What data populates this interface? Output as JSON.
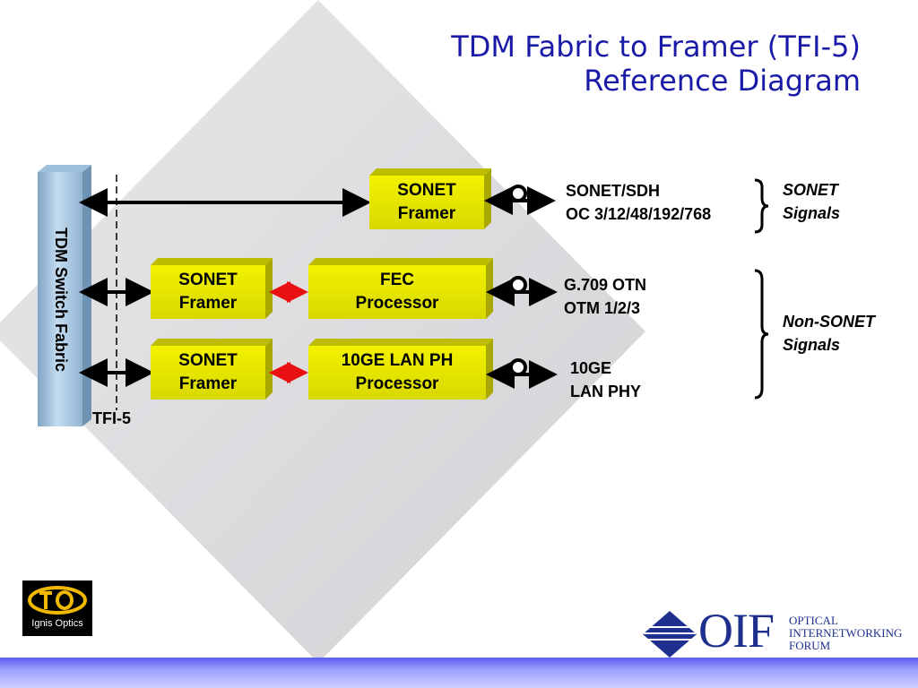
{
  "title": {
    "line1": "TDM Fabric to Framer (TFI-5)",
    "line2": "Reference Diagram"
  },
  "fabric": {
    "label": "TDM Switch Fabric"
  },
  "interface_label": "TFI-5",
  "rows": [
    {
      "blocks": [
        {
          "line1": "SONET",
          "line2": "Framer"
        }
      ],
      "signal": {
        "line1": "SONET/SDH",
        "line2": "OC 3/12/48/192/768"
      }
    },
    {
      "blocks": [
        {
          "line1": "SONET",
          "line2": "Framer"
        },
        {
          "line1": "FEC",
          "line2": "Processor"
        }
      ],
      "signal": {
        "line1": "G.709 OTN",
        "line2": "OTM 1/2/3"
      }
    },
    {
      "blocks": [
        {
          "line1": "SONET",
          "line2": "Framer"
        },
        {
          "line1": "10GE LAN PH",
          "line2": "Processor"
        }
      ],
      "signal": {
        "line1": "10GE",
        "line2": "LAN PHY"
      }
    }
  ],
  "groups": [
    {
      "line1": "SONET",
      "line2": "Signals"
    },
    {
      "line1": "Non-SONET",
      "line2": "Signals"
    }
  ],
  "logos": {
    "ignis": {
      "mark": "IO",
      "text": "Ignis Optics"
    },
    "oif": {
      "big": "OIF",
      "line1": "OPTICAL",
      "line2": "INTERNETWORKING",
      "line3": "FORUM"
    }
  },
  "colors": {
    "title": "#1a1aa8",
    "block": "#e6e600",
    "fabric": "#a8c8e0",
    "red_link": "#e81010",
    "bottom_bar": "#6a6cf5",
    "oif_blue": "#1e2f8e"
  }
}
